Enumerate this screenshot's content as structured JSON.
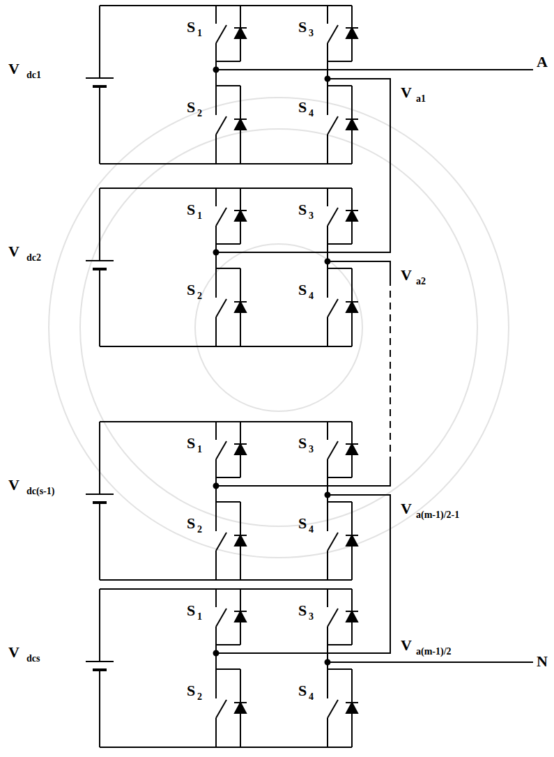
{
  "diagram": {
    "labels": [
      "V",
      "dc1",
      "S",
      "1",
      "S",
      "3",
      "A",
      "V",
      "a1",
      "S",
      "2",
      "S",
      "4",
      "V",
      "dc2",
      "S",
      "1",
      "S",
      "3",
      "V",
      "a2",
      "S",
      "2",
      "S",
      "4",
      "V",
      "dc(s-1)",
      "S",
      "1",
      "S",
      "3",
      "V",
      "a(m-1)/2-1",
      "S",
      "2",
      "S",
      "4",
      "V",
      "dcs",
      "S",
      "1",
      "S",
      "3",
      "V",
      "a(m-1)/2",
      "N",
      "S",
      "2",
      "S",
      "4"
    ]
  }
}
